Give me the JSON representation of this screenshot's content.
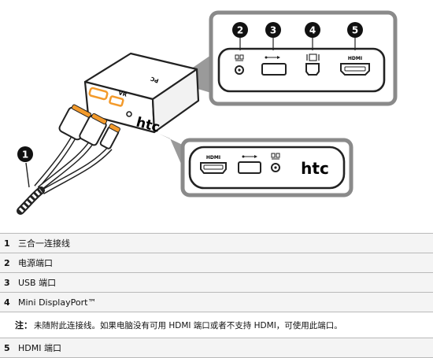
{
  "callouts": {
    "c1": "1",
    "c2": "2",
    "c3": "3",
    "c4": "4",
    "c5": "5"
  },
  "device": {
    "brand_logo": "htc",
    "vr_label": "VR",
    "pc_label": "PC",
    "hdmi_port_label": "HDMI",
    "power_icon": "power-glyph-icon",
    "usb_icon": "usb-icon",
    "minidp_icon": "mini-displayport-icon"
  },
  "legend": {
    "items": [
      {
        "num": "1",
        "text": "三合一连接线"
      },
      {
        "num": "2",
        "text": "电源端口"
      },
      {
        "num": "3",
        "text": "USB 端口"
      },
      {
        "num": "4",
        "text": "Mini DisplayPort™"
      }
    ],
    "note_label": "注：",
    "note_text": "未随附此连接线。如果电脑没有可用 HDMI 端口或者不支持 HDMI，可使用此端口。",
    "last": {
      "num": "5",
      "text": "HDMI 端口"
    }
  },
  "colors": {
    "accent_orange": "#f39a2b",
    "outline": "#222222",
    "panel_fill": "#ffffff",
    "shadow_gray": "#8a8a8a",
    "row_fill": "#f4f4f4"
  }
}
